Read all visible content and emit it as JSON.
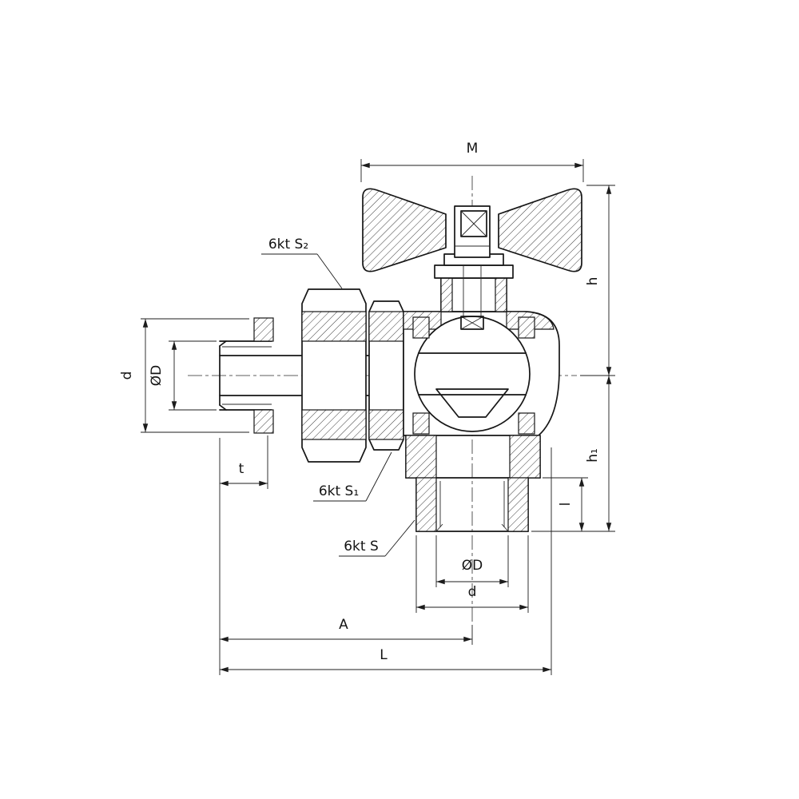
{
  "page": {
    "background": "#ffffff",
    "line_color": "#161616",
    "description": "Sectional technical drawing of an angle ball valve with butterfly handle"
  },
  "dimensions": {
    "M": "M",
    "h": "h",
    "h1": "h₁",
    "d_inlet": "d",
    "OD_inlet": "ØD",
    "t": "t",
    "OD_outlet": "ØD",
    "d_outlet": "d",
    "l": "l",
    "A": "A",
    "L": "L"
  },
  "callouts": {
    "hex_s2": "6kt S₂",
    "hex_s1": "6kt S₁",
    "hex_s": "6kt S"
  }
}
